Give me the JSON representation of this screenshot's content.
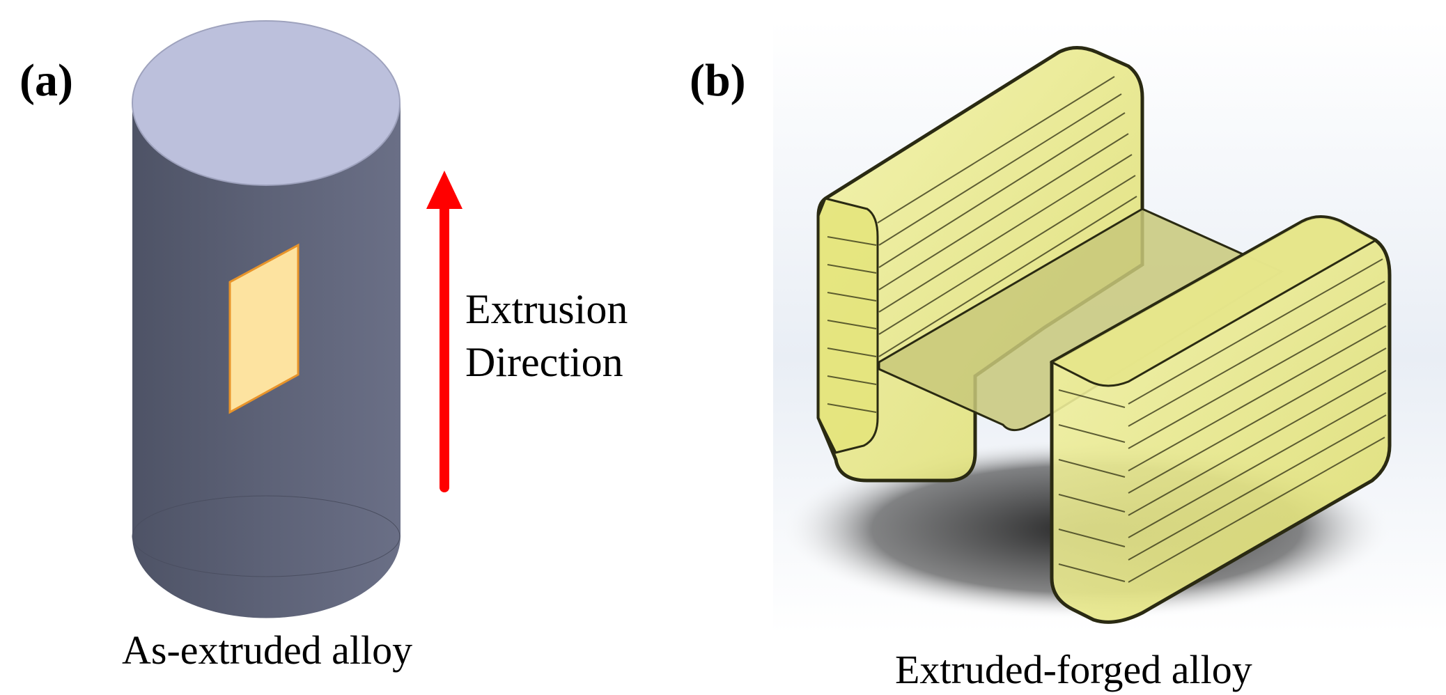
{
  "panel_a": {
    "label": "(a)",
    "direction_line1": "Extrusion",
    "direction_line2": "Direction",
    "caption": "As-extruded alloy"
  },
  "panel_b": {
    "label": "(b)",
    "caption": "Extruded-forged alloy"
  },
  "colors": {
    "cylinder_side": "#5a5f74",
    "cylinder_top": "#bcc0dc",
    "sample_fill": "#fde3a0",
    "sample_edge": "#e8942a",
    "arrow": "#ff0000",
    "forging_yellow": "#eded8c",
    "forging_edge": "#2a2a12"
  }
}
